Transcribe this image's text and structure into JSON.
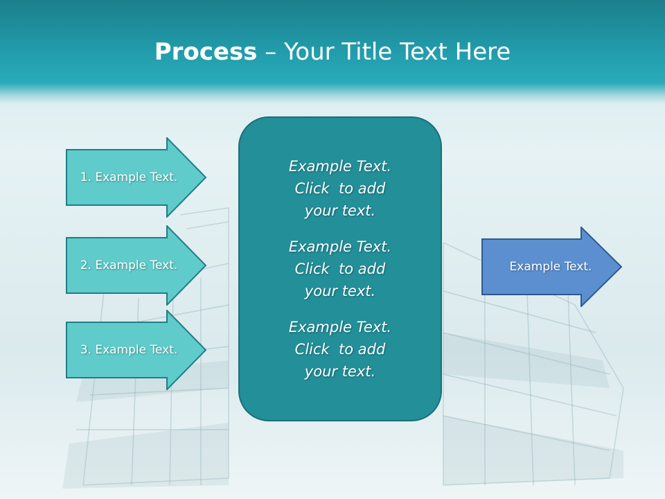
{
  "title": {
    "bold": "Process",
    "rest": " – Your Title Text Here"
  },
  "inputs": [
    {
      "label": "1. Example Text."
    },
    {
      "label": "2. Example Text."
    },
    {
      "label": "3. Example Text."
    }
  ],
  "center_blocks": [
    {
      "line1": "Example Text.",
      "line2": "Click  to add",
      "line3": "your text."
    },
    {
      "line1": "Example Text.",
      "line2": "Click  to add",
      "line3": "your text."
    },
    {
      "line1": "Example Text.",
      "line2": "Click  to add",
      "line3": "your text."
    }
  ],
  "output": {
    "label": "Example Text."
  },
  "colors": {
    "header": "#239fae",
    "input_arrow": "#5fcbca",
    "center_box": "#228f99",
    "output_arrow": "#5b8fcf"
  }
}
